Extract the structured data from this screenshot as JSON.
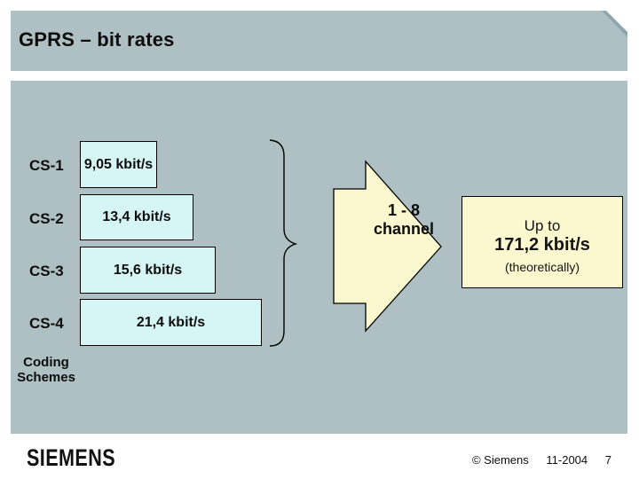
{
  "slide": {
    "title": "GPRS – bit rates",
    "rows": [
      {
        "label": "CS-1",
        "value": "9,05 kbit/s"
      },
      {
        "label": "CS-2",
        "value": "13,4 kbit/s"
      },
      {
        "label": "CS-3",
        "value": "15,6 kbit/s"
      },
      {
        "label": "CS-4",
        "value": "21,4 kbit/s"
      }
    ],
    "axis_label": {
      "line1": "Coding",
      "line2": "Schemes"
    },
    "arrow": {
      "line1": "1 - 8",
      "line2": "channel"
    },
    "result_box": {
      "line1": "Up to",
      "line2": "171,2 kbit/s",
      "line3": "(theoretically)"
    }
  },
  "footer": {
    "logo": "SIEMENS",
    "copyright": "© Siemens",
    "date": "11-2004",
    "page": "7"
  },
  "colors": {
    "panel": "#aec0c3",
    "fold": "#8fa6ad",
    "cyan": "#d6f5f5",
    "yellow": "#fbf8cf"
  },
  "chart_data": {
    "type": "bar",
    "orientation": "horizontal",
    "title": "GPRS – bit rates",
    "categories": [
      "CS-1",
      "CS-2",
      "CS-3",
      "CS-4"
    ],
    "values": [
      9.05,
      13.4,
      15.6,
      21.4
    ],
    "unit": "kbit/s",
    "category_axis_label": "Coding Schemes",
    "annotations": [
      "1 - 8 channel",
      "Up to 171,2 kbit/s (theoretically)"
    ]
  }
}
